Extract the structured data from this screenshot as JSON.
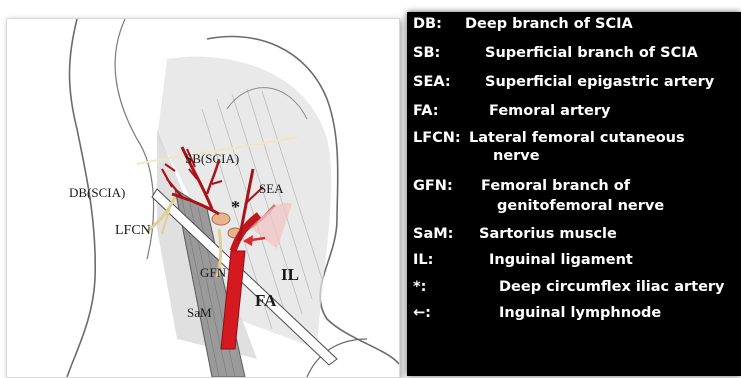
{
  "diagram": {
    "labels": {
      "db": "DB(SCIA)",
      "sb": "SB(SCIA)",
      "sea": "SEA",
      "lfcn": "LFCN",
      "gfn": "GFN",
      "il": "IL",
      "fa": "FA",
      "sam": "SaM",
      "star": "*"
    },
    "colors": {
      "artery": "#c0171e",
      "artery_dark": "#8e1014",
      "muscle": "#9a9a9a",
      "ligament": "#ffffff",
      "shade": "#d6d6d6",
      "nerve": "#e8d9a8",
      "node": "#e8b48c",
      "outline": "#5a5a5a"
    }
  },
  "legend": {
    "items": [
      {
        "abbr": "DB:",
        "desc": "Deep branch of SCIA",
        "desc2": ""
      },
      {
        "abbr": "SB:",
        "desc": "Superficial branch of SCIA",
        "desc2": ""
      },
      {
        "abbr": "SEA:",
        "desc": "Superficial epigastric artery",
        "desc2": ""
      },
      {
        "abbr": "FA:",
        "desc": "Femoral artery",
        "desc2": ""
      },
      {
        "abbr": "LFCN:",
        "desc": "Lateral femoral cutaneous",
        "desc2": "nerve"
      },
      {
        "abbr": "GFN:",
        "desc": "Femoral branch of",
        "desc2": "genitofemoral nerve"
      },
      {
        "abbr": "SaM:",
        "desc": "Sartorius muscle",
        "desc2": ""
      },
      {
        "abbr": "IL:",
        "desc": "Inguinal ligament",
        "desc2": ""
      },
      {
        "abbr": "*:",
        "desc": "Deep circumflex iliac artery",
        "desc2": ""
      },
      {
        "abbr": "←:",
        "desc": "Inguinal lymphnode",
        "desc2": ""
      }
    ]
  }
}
